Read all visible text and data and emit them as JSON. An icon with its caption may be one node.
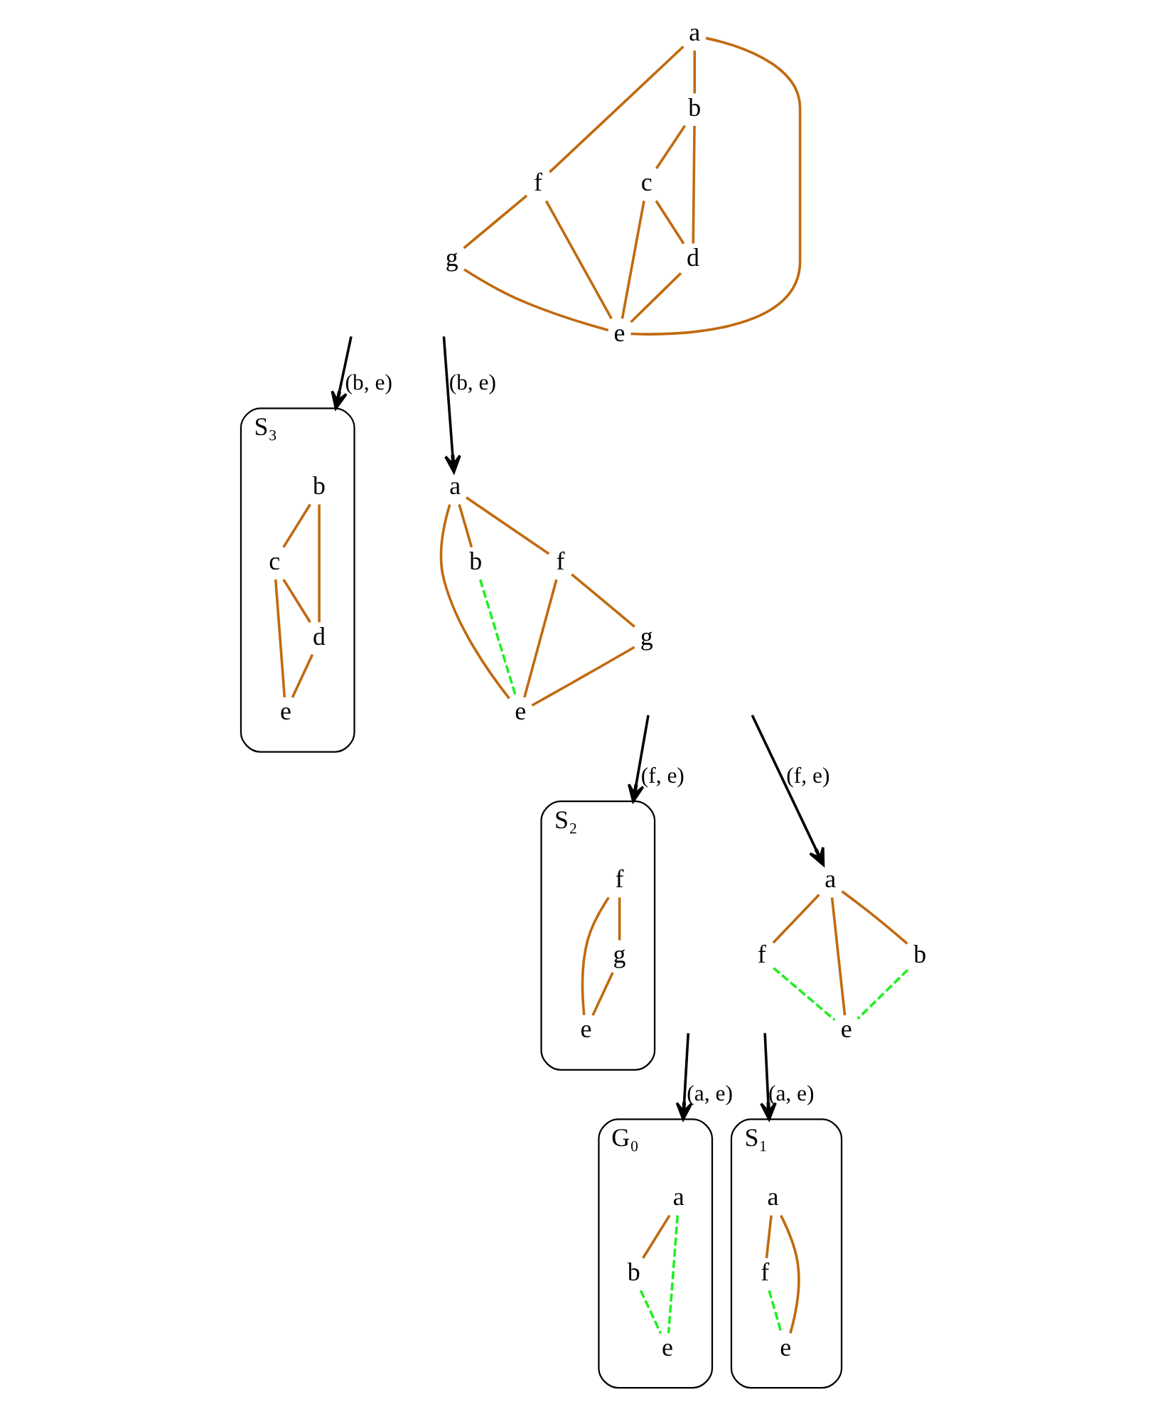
{
  "diagram": {
    "nodes": [
      {
        "text": [
          "a"
        ]
      },
      {
        "text": [
          "b"
        ]
      },
      {
        "text": [
          "c"
        ]
      },
      {
        "text": [
          "d"
        ]
      },
      {
        "text": [
          "f"
        ]
      },
      {
        "text": [
          "e"
        ]
      },
      {
        "text": [
          "g"
        ]
      },
      {
        "text": [
          "S₃"
        ]
      },
      {
        "text": [
          "b"
        ],
        "in": 7
      },
      {
        "text": [
          "c"
        ],
        "in": 7
      },
      {
        "text": [
          "d"
        ],
        "in": 7
      },
      {
        "text": [
          "e"
        ],
        "in": 7
      },
      {
        "text": [
          "a"
        ]
      },
      {
        "text": [
          "b"
        ]
      },
      {
        "text": [
          "f"
        ]
      },
      {
        "text": [
          "e"
        ]
      },
      {
        "text": [
          "g"
        ]
      },
      {
        "text": [
          "S₂"
        ]
      },
      {
        "text": [
          "f"
        ],
        "in": 17
      },
      {
        "text": [
          "e"
        ],
        "in": 17
      },
      {
        "text": [
          "g"
        ],
        "in": 17
      },
      {
        "text": [
          "a"
        ]
      },
      {
        "text": [
          "b"
        ]
      },
      {
        "text": [
          "f"
        ]
      },
      {
        "text": [
          "e"
        ]
      },
      {
        "text": [
          "S₁"
        ]
      },
      {
        "text": [
          "a"
        ],
        "in": 25
      },
      {
        "text": [
          "f"
        ],
        "in": 25
      },
      {
        "text": [
          "e"
        ],
        "in": 25
      },
      {
        "text": [
          "G₀"
        ]
      },
      {
        "text": [
          "a"
        ],
        "in": 29
      },
      {
        "text": [
          "b"
        ],
        "in": 29
      },
      {
        "text": [
          "e"
        ],
        "in": 29
      }
    ],
    "edges": [
      {
        "from": 0,
        "to": 1,
        "arrow": "none"
      },
      {
        "from": 0,
        "to": 4,
        "arrow": "none"
      },
      {
        "from": 0,
        "to": 5,
        "arrow": "none"
      },
      {
        "from": 1,
        "to": 2,
        "arrow": "none"
      },
      {
        "from": 1,
        "to": 3,
        "arrow": "none"
      },
      {
        "from": 2,
        "to": 3,
        "arrow": "none"
      },
      {
        "from": 2,
        "to": 5,
        "arrow": "none"
      },
      {
        "from": 3,
        "to": 5,
        "arrow": "none"
      },
      {
        "from": 4,
        "to": 5,
        "arrow": "none"
      },
      {
        "from": 4,
        "to": 6,
        "arrow": "none"
      },
      {
        "from": 6,
        "to": 5,
        "arrow": "none"
      },
      {
        "from": null,
        "to": 7,
        "arrow": "to",
        "label": "(b, e)",
        "color": "#000000"
      },
      {
        "from": null,
        "to": 12,
        "arrow": "to",
        "label": "(b, e)",
        "color": "#000000"
      },
      {
        "from": 8,
        "to": 9,
        "arrow": "none"
      },
      {
        "from": 8,
        "to": 10,
        "arrow": "none"
      },
      {
        "from": 9,
        "to": 10,
        "arrow": "none"
      },
      {
        "from": 9,
        "to": 11,
        "arrow": "none"
      },
      {
        "from": 10,
        "to": 11,
        "arrow": "none"
      },
      {
        "from": 12,
        "to": 13,
        "arrow": "none"
      },
      {
        "from": 12,
        "to": 14,
        "arrow": "none"
      },
      {
        "from": 12,
        "to": 15,
        "arrow": "none"
      },
      {
        "from": 13,
        "to": 15,
        "arrow": "none",
        "style": "dashed",
        "color": "#22ee22"
      },
      {
        "from": 14,
        "to": 15,
        "arrow": "none"
      },
      {
        "from": 14,
        "to": 16,
        "arrow": "none"
      },
      {
        "from": 16,
        "to": 15,
        "arrow": "none"
      },
      {
        "from": null,
        "to": 17,
        "arrow": "to",
        "label": "(f, e)",
        "color": "#000000"
      },
      {
        "from": null,
        "to": 21,
        "arrow": "to",
        "label": "(f, e)",
        "color": "#000000"
      },
      {
        "from": 18,
        "to": 19,
        "arrow": "none"
      },
      {
        "from": 18,
        "to": 20,
        "arrow": "none"
      },
      {
        "from": 20,
        "to": 19,
        "arrow": "none"
      },
      {
        "from": 21,
        "to": 22,
        "arrow": "none"
      },
      {
        "from": 21,
        "to": 23,
        "arrow": "none"
      },
      {
        "from": 21,
        "to": 24,
        "arrow": "none"
      },
      {
        "from": 22,
        "to": 24,
        "arrow": "none",
        "style": "dashed",
        "color": "#22ee22"
      },
      {
        "from": 23,
        "to": 24,
        "arrow": "none",
        "style": "dashed",
        "color": "#22ee22"
      },
      {
        "from": null,
        "to": 25,
        "arrow": "to",
        "label": "(a, e)",
        "color": "#000000"
      },
      {
        "from": null,
        "to": 29,
        "arrow": "to",
        "label": "(a, e)",
        "color": "#000000"
      },
      {
        "from": 26,
        "to": 27,
        "arrow": "none"
      },
      {
        "from": 26,
        "to": 28,
        "arrow": "none"
      },
      {
        "from": 27,
        "to": 28,
        "arrow": "none",
        "style": "dashed",
        "color": "#22ee22"
      },
      {
        "from": 30,
        "to": 31,
        "arrow": "none"
      },
      {
        "from": 30,
        "to": 32,
        "arrow": "none",
        "style": "dashed",
        "color": "#22ee22"
      },
      {
        "from": 31,
        "to": 32,
        "arrow": "none",
        "style": "dashed",
        "color": "#22ee22"
      }
    ]
  }
}
